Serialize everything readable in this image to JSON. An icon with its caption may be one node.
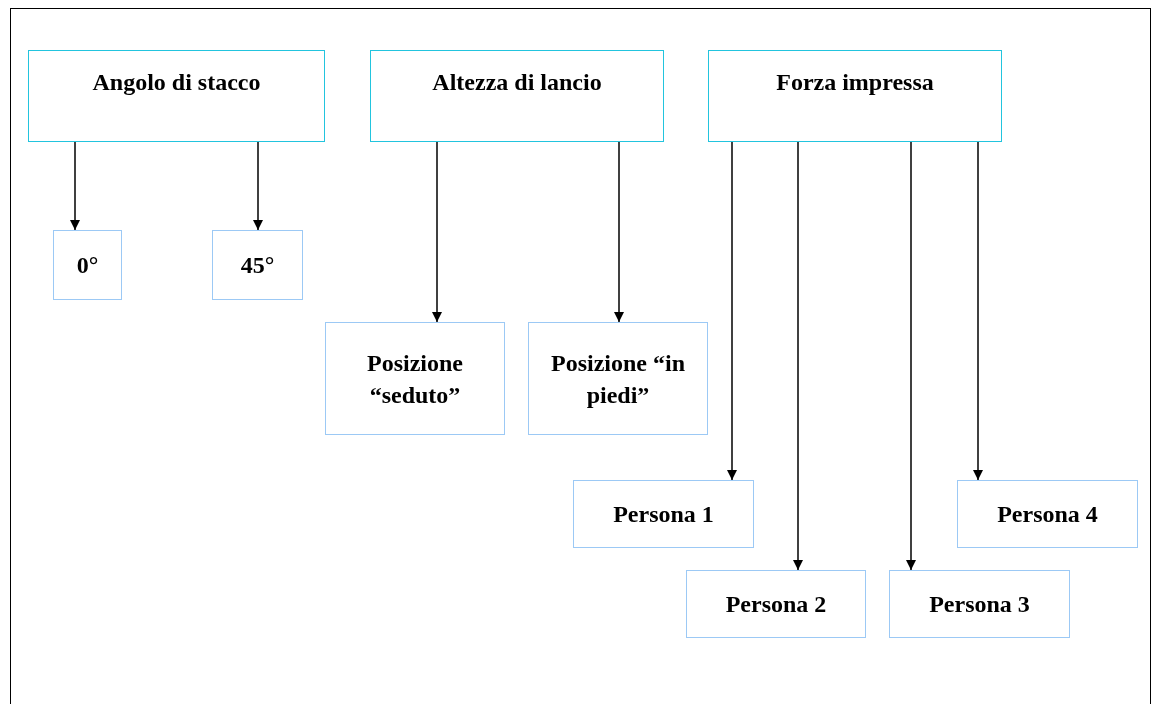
{
  "diagram": {
    "nodes": [
      {
        "text": [
          "Angolo di stacco"
        ]
      },
      {
        "text": [
          "Altezza di lancio"
        ]
      },
      {
        "text": [
          "Forza impressa"
        ]
      },
      {
        "text": [
          "0°"
        ]
      },
      {
        "text": [
          "45°"
        ]
      },
      {
        "text": [
          "Posizione “seduto”"
        ]
      },
      {
        "text": [
          "Posizione “in piedi”"
        ]
      },
      {
        "text": [
          "Persona 1"
        ]
      },
      {
        "text": [
          "Persona 2"
        ]
      },
      {
        "text": [
          "Persona 3"
        ]
      },
      {
        "text": [
          "Persona 4"
        ]
      }
    ],
    "edges": [
      {
        "from": 0,
        "to": 3,
        "arrow": "to"
      },
      {
        "from": 0,
        "to": 4,
        "arrow": "to"
      },
      {
        "from": 1,
        "to": 5,
        "arrow": "to"
      },
      {
        "from": 1,
        "to": 6,
        "arrow": "to"
      },
      {
        "from": 2,
        "to": 7,
        "arrow": "to"
      },
      {
        "from": 2,
        "to": 8,
        "arrow": "to"
      },
      {
        "from": 2,
        "to": 9,
        "arrow": "to"
      },
      {
        "from": 2,
        "to": 10,
        "arrow": "to"
      }
    ]
  }
}
